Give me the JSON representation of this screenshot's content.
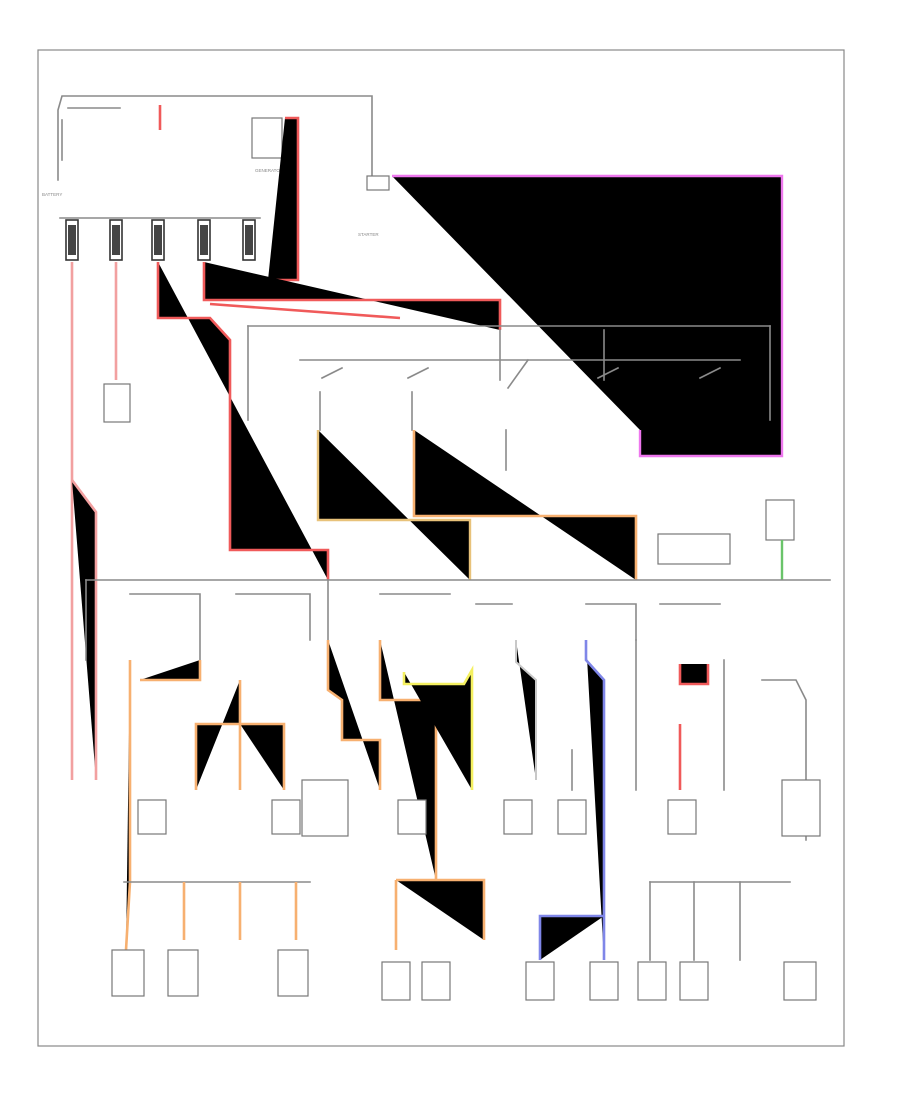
{
  "diagram": {
    "corner_label": "",
    "footer_label": "",
    "components": {
      "battery": "BATTERY",
      "generator": "GENERATOR",
      "starter": "STARTER",
      "light_switch": "",
      "ignition_switch": "",
      "battery_junction": ""
    },
    "rows": {
      "load_labels": [],
      "bottom_labels": []
    }
  }
}
